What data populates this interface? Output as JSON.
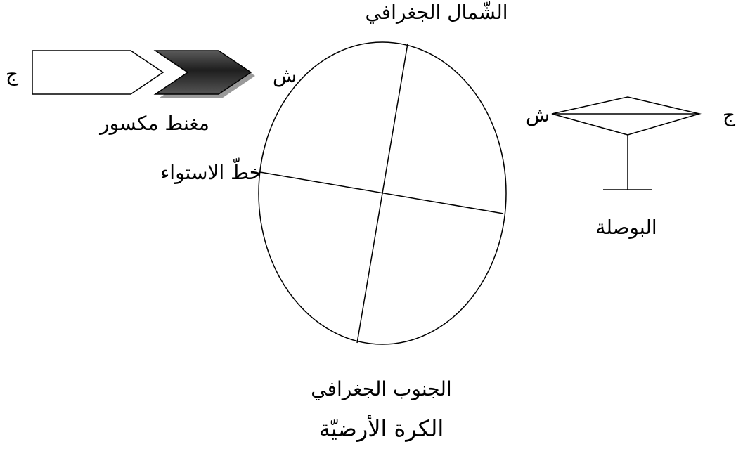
{
  "globe": {
    "north_label": "الشّمال الجغرافي",
    "south_label": "الجنوب الجغرافي",
    "equator_label": "خطّ الاستواء",
    "north_marker": "ش",
    "caption": "الكرة الأرضيّة"
  },
  "magnet": {
    "south_pole": "ج",
    "caption": "مغنط مكسور"
  },
  "compass": {
    "north_pole": "ش",
    "south_pole": "ج",
    "caption": "البوصلة"
  },
  "colors": {
    "stroke": "#000000",
    "magnet_dark": "#2a2a2a",
    "magnet_shadow": "#9a9a9a",
    "background": "#ffffff"
  }
}
